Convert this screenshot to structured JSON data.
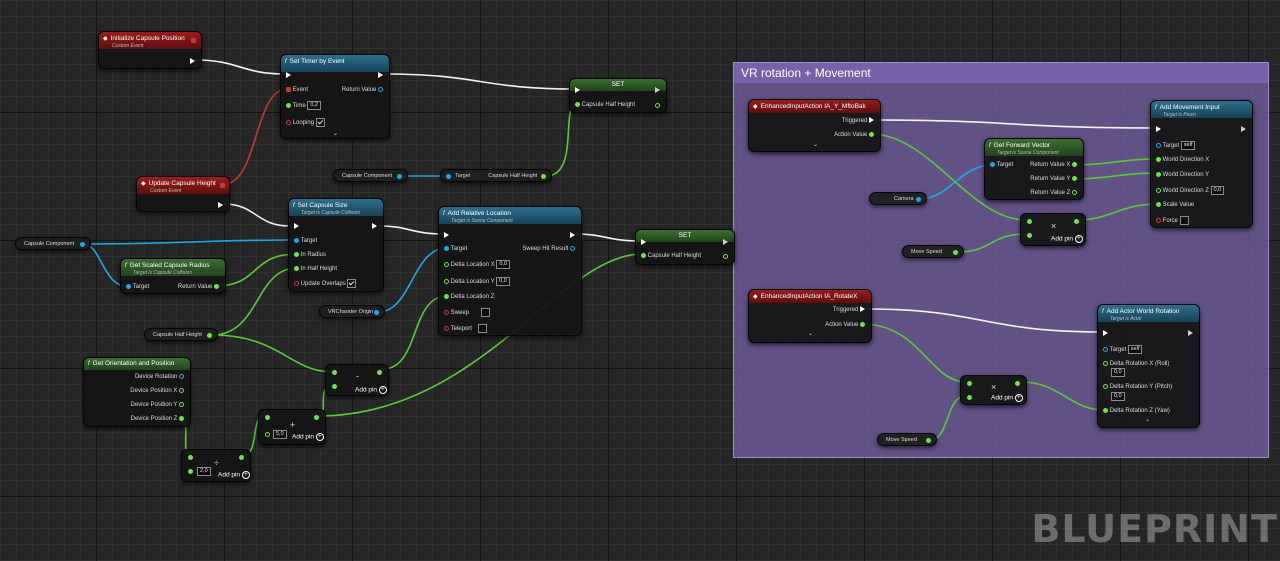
{
  "comment_title": "VR rotation + Movement",
  "watermark": "BLUEPRINT",
  "nodes": {
    "init_event": {
      "title": "Initialize Capsule Position",
      "subtitle": "Custom Event"
    },
    "set_timer": {
      "title": "Set Timer by Event",
      "event": "Event",
      "return_value": "Return Value",
      "time_label": "Time",
      "time_value": "0,2",
      "looping": "Looping"
    },
    "set_top": {
      "title": "SET",
      "pin": "Capsule Half Height"
    },
    "capsule_component_var": {
      "label": "Capsule Component"
    },
    "get_half_height": {
      "target": "Target",
      "out": "Capsule Half Height"
    },
    "update_event": {
      "title": "Update Capsule Height",
      "subtitle": "Custom Event"
    },
    "set_capsule_size": {
      "title": "Set Capsule Size",
      "subtitle": "Target is Capsule Collision",
      "target": "Target",
      "in_radius": "In Radius",
      "in_half_height": "In Half Height",
      "update_overlaps": "Update Overlaps"
    },
    "capsule_component_var2": {
      "label": "Capsule Component"
    },
    "get_scaled_radius": {
      "title": "Get Scaled Capsule Radius",
      "subtitle": "Target is Capsule Collision",
      "target": "Target",
      "return_value": "Return Value"
    },
    "capsule_half_height_var": {
      "label": "Capsule Half Height"
    },
    "add_relative": {
      "title": "Add Relative Location",
      "subtitle": "Target is Scene Component",
      "target": "Target",
      "sweep_hit": "Sweep Hit Result",
      "dx_label": "Delta Location X",
      "dx": "0,0",
      "dy_label": "Delta Location Y",
      "dy": "0,0",
      "dz_label": "Delta Location Z",
      "sweep": "Sweep",
      "teleport": "Teleport"
    },
    "vr_origin_var": {
      "label": "VRCharater Origin"
    },
    "set_mid": {
      "title": "SET",
      "pin": "Capsule Half Height"
    },
    "get_orientation": {
      "title": "Get Orientation and Position",
      "rot": "Device Rotation",
      "px": "Device Position X",
      "py": "Device Position Y",
      "pz": "Device Position Z"
    },
    "subtract": {
      "glyph": "-",
      "add_pin": "Add pin"
    },
    "add": {
      "glyph": "+",
      "value": "5,0",
      "add_pin": "Add pin"
    },
    "divide": {
      "glyph": "÷",
      "value": "2,0",
      "add_pin": "Add pin"
    },
    "ia_move": {
      "title": "EnhancedInputAction IA_Y_MftoBak",
      "triggered": "Triggered",
      "action_value": "Action Value"
    },
    "get_forward": {
      "title": "Get Forward Vector",
      "subtitle": "Target is Scene Component",
      "target": "Target",
      "rx": "Return Value X",
      "ry": "Return Value Y",
      "rz": "Return Value Z"
    },
    "camera_var": {
      "label": "Camera"
    },
    "add_movement": {
      "title": "Add Movement Input",
      "subtitle": "Target is Pawn",
      "target": "Target",
      "target_value": "self",
      "wx": "World Direction X",
      "wy": "World Direction Y",
      "wz": "World Direction Z",
      "wz_value": "0,0",
      "scale": "Scale Value",
      "force": "Force"
    },
    "mult_move": {
      "glyph": "×",
      "add_pin": "Add pin"
    },
    "move_speed_var": {
      "label": "Move Speed"
    },
    "ia_rotate": {
      "title": "EnhancedInputAction IA_RotateX",
      "triggered": "Triggered",
      "action_value": "Action Value"
    },
    "add_rotation": {
      "title": "Add Actor World Rotation",
      "subtitle": "Target is Actor",
      "target": "Target",
      "target_value": "self",
      "roll": "Delta Rotation X (Roll)",
      "roll_value": "0,0",
      "pitch": "Delta Rotation Y (Pitch)",
      "pitch_value": "0,0",
      "yaw": "Delta Rotation Z (Yaw)"
    },
    "mult_rot": {
      "glyph": "×",
      "add_pin": "Add pin"
    },
    "move_speed_var2": {
      "label": "Move Speed"
    }
  },
  "colors": {
    "exec": "#ffffff",
    "float": "#6fe34a",
    "object": "#1fa8e8",
    "event": "#c23a3a",
    "comment": "#725ea0"
  }
}
